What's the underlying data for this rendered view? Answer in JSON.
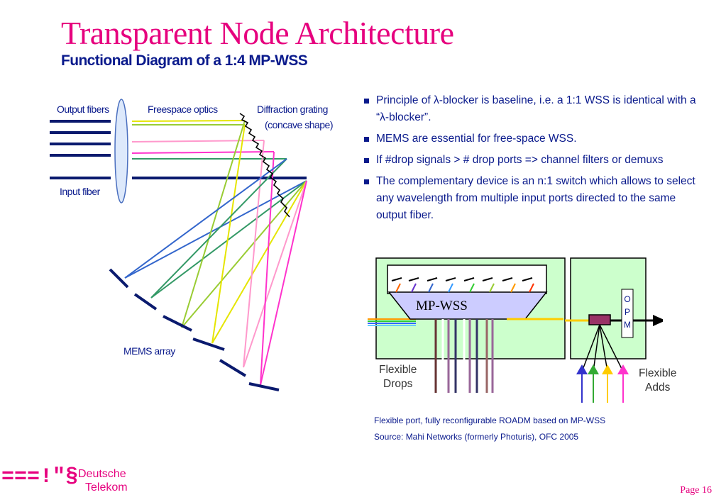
{
  "title": "Transparent Node Architecture",
  "subtitle": "Functional Diagram of a 1:4 MP-WSS",
  "left_diagram": {
    "labels": {
      "output_fibers": "Output fibers",
      "freespace_optics": "Freespace optics",
      "diffraction_grating": "Diffraction grating",
      "concave_shape": "(concave shape)",
      "input_fiber": "Input fiber",
      "mems_array": "MEMS array"
    },
    "colors": {
      "fiber": "#0a1a6e",
      "beams": [
        "#e5e500",
        "#99cc33",
        "#ff99cc",
        "#ff33cc",
        "#339966",
        "#3366cc"
      ]
    }
  },
  "bullets": [
    "Principle of λ-blocker is baseline, i.e. a 1:1 WSS is identical with a “λ-blocker”.",
    "MEMS are essential for free-space WSS.",
    "If #drop signals > # drop ports => channel filters or demuxs",
    "The complementary device is an n:1 switch which allows to select any wavelength from multiple input ports directed to the same output fiber."
  ],
  "roadm_diagram": {
    "mp_wss_label": "MP-WSS",
    "opm_label": "OPM",
    "flexible_drops": "Flexible\nDrops",
    "flexible_adds": "Flexible\nAdds",
    "colors": {
      "panel": "#ccffcc",
      "wss": "#ccccff",
      "opm_box": "#993366"
    }
  },
  "captions": {
    "line1": "Flexible port, fully reconfigurable ROADM based on MP-WSS",
    "line2": "Source: Mahi Networks (formerly Photuris), OFC 2005"
  },
  "logo": {
    "symbol": "===!\"§",
    "line1": "Deutsche",
    "line2": "Telekom"
  },
  "page": "Page  16"
}
